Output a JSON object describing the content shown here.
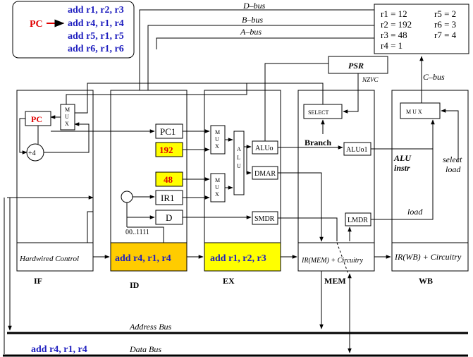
{
  "program": {
    "pc_label": "PC",
    "instructions": [
      "add r1, r2, r3",
      "add r4, r1, r4",
      "add r5, r1, r5",
      "add r6, r1, r6"
    ]
  },
  "registers": {
    "r1": "r1 = 12",
    "r2": "r2 = 192",
    "r3": "r3 = 48",
    "r4": "r4 = 1",
    "r5": "r5 = 2",
    "r6": "r6 = 3",
    "r7": "r7 = 4"
  },
  "buses": {
    "d_bus": "D–bus",
    "b_bus": "B–bus",
    "a_bus": "A–bus",
    "c_bus": "C–bus",
    "address_bus": "Address Bus",
    "data_bus": "Data Bus"
  },
  "psr": {
    "label": "PSR",
    "flags": "NZVC"
  },
  "if_stage": {
    "pc": "PC",
    "mux": "M\nU\nX",
    "plus4": "+4",
    "control": "Hardwired Control",
    "name": "IF"
  },
  "id_stage": {
    "pc1": "PC1",
    "reg_a": "192",
    "reg_b": "48",
    "ir1": "IR1",
    "d": "D",
    "imm": "00..1111",
    "instr": "add r4, r1, r4",
    "name": "ID"
  },
  "ex_stage": {
    "mux1": "M\nU\nX",
    "mux2": "M\nU\nX",
    "alu": "A\nL\nU",
    "aluo": "ALUo",
    "dmar": "DMAR",
    "smdr": "SMDR",
    "instr": "add r1, r2, r3",
    "name": "EX"
  },
  "mem_stage": {
    "select": "SELECT",
    "branch": "Branch",
    "aluo1": "ALUo1",
    "lmdr": "LMDR",
    "ir": "IR(MEM) + Circuitry",
    "name": "MEM"
  },
  "wb_stage": {
    "mux": "M U X",
    "alu_instr_1": "ALU",
    "alu_instr_2": "instr",
    "select_load_1": "select",
    "select_load_2": "load",
    "load": "load",
    "ir": "IR(WB) + Circuitry",
    "name": "WB"
  },
  "data_bus_instr": "add r4, r1, r4",
  "colors": {
    "pc_red": "#e00000",
    "instr_blue": "#1f1fbf",
    "reg_yellow": "#ffff00",
    "id_orange": "#ffcc00",
    "ex_yellow": "#ffff00",
    "value_red": "#e00000"
  }
}
